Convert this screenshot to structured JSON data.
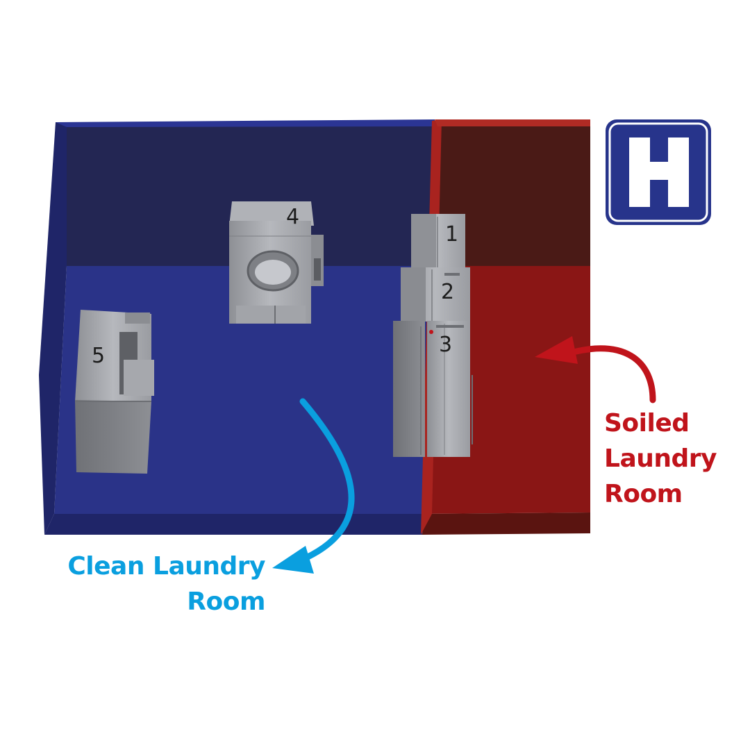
{
  "machines": [
    {
      "number": "1"
    },
    {
      "number": "2"
    },
    {
      "number": "3"
    },
    {
      "number": "4"
    },
    {
      "number": "5"
    }
  ],
  "labels": {
    "clean_line1": "Clean Laundry",
    "clean_line2": "Room",
    "soiled_line1": "Soiled",
    "soiled_line2": "Laundry",
    "soiled_line3": "Room"
  },
  "hospital_sign": {
    "letter": "H"
  },
  "colors": {
    "clean_room": "#2a3388",
    "soiled_room": "#8a1615",
    "clean_arrow": "#0a9fdf",
    "soiled_arrow": "#c0141b",
    "sign_blue": "#27348b"
  }
}
